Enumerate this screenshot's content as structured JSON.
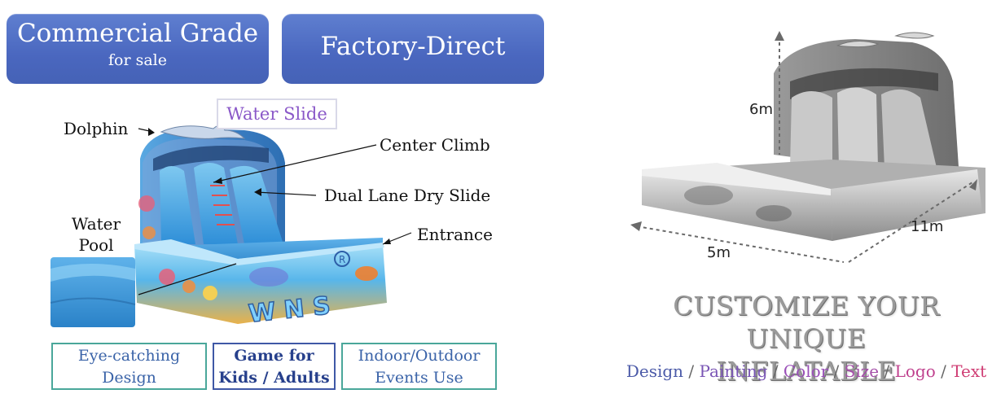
{
  "banners": {
    "commercial_title": "Commercial Grade",
    "commercial_sub": "for sale",
    "factory": "Factory-Direct"
  },
  "product_title": "Water Slide",
  "callouts": {
    "dolphin": "Dolphin",
    "center_climb": "Center Climb",
    "dual_lane": "Dual Lane Dry Slide",
    "entrance": "Entrance",
    "water_line1": "Water",
    "water_line2": "Pool"
  },
  "features": [
    {
      "line1": "Eye-catching",
      "line2": "Design"
    },
    {
      "line1": "Game for",
      "line2": "Kids / Adults"
    },
    {
      "line1": "Indoor/Outdoor",
      "line2": "Events Use"
    }
  ],
  "dimensions": {
    "height": "6m",
    "length": "11m",
    "width": "5m"
  },
  "customize": {
    "line1": "CUSTOMIZE YOUR UNIQUE",
    "line2": "INFLATABLE",
    "options": [
      {
        "text": "Design",
        "color": "#4b5aa8"
      },
      {
        "text": "Painting",
        "color": "#7a55b5"
      },
      {
        "text": "Color",
        "color": "#9a4fb8"
      },
      {
        "text": "Size",
        "color": "#a54fa9"
      },
      {
        "text": "Logo",
        "color": "#c0418e"
      },
      {
        "text": "Text",
        "color": "#cf3c73"
      }
    ],
    "separator": " / "
  },
  "colors": {
    "banner": "#4a67bf",
    "feature_border": "#4aa79a",
    "feature_text": "#3a63a8"
  }
}
